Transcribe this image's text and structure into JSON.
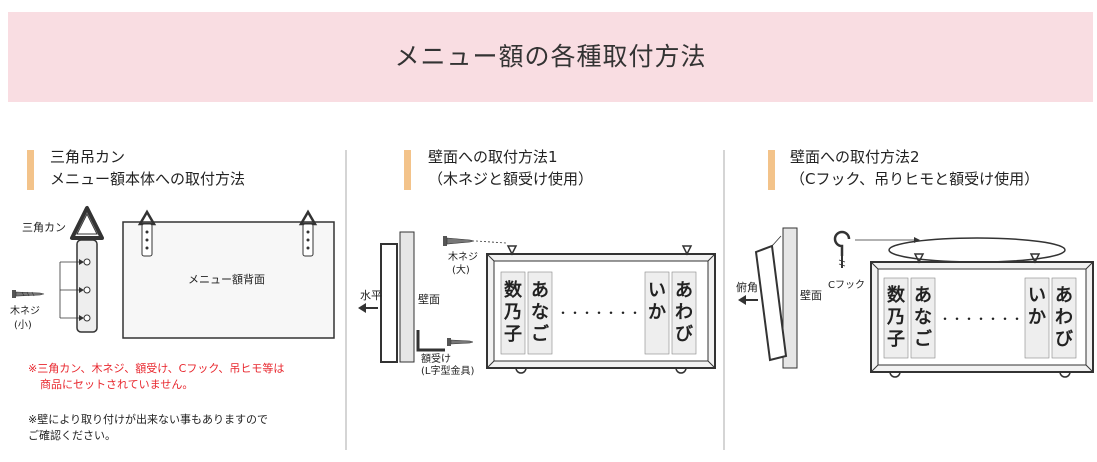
{
  "banner": {
    "title": "メニュー額の各種取付方法"
  },
  "colors": {
    "banner_bg": "#f9dde2",
    "accent_bar": "#f3c38a",
    "warning_red": "#e8272e",
    "divider": "#d5d5d5"
  },
  "sections": [
    {
      "title_line1": "三角吊カン",
      "title_line2": "メニュー額本体への取付方法",
      "label_sankaku": "三角カン",
      "label_mokuneji": "木ネジ",
      "label_mokuneji_size": "(小)",
      "board_label": "メニュー額背面",
      "note_red_1": "※三角カン、木ネジ、額受け、Cフック、吊ヒモ等は",
      "note_red_2": "商品にセットされていません。",
      "note_black_1": "※壁により取り付けが出来ない事もありますので",
      "note_black_2": "ご確認ください。"
    },
    {
      "title_line1": "壁面への取付方法1",
      "title_line2": "（木ネジと額受け使用）",
      "label_mokuneji": "木ネジ",
      "label_mokuneji_size": "(大)",
      "label_suihei": "水平",
      "label_hekimen": "壁面",
      "label_gakuuke": "額受け",
      "label_gakuuke_sub": "(L字型金具)"
    },
    {
      "title_line1": "壁面への取付方法2",
      "title_line2": "（Cフック、吊りヒモと額受け使用）",
      "label_fukaku": "俯角",
      "label_hekimen": "壁面",
      "label_cfook": "Cフック"
    }
  ],
  "menu_sign": {
    "columns": [
      {
        "chars": [
          "数",
          "乃",
          "子"
        ]
      },
      {
        "chars": [
          "あ",
          "な",
          "ご"
        ]
      },
      {
        "chars": [
          "い",
          "か"
        ]
      },
      {
        "chars": [
          "あ",
          "わ",
          "び"
        ]
      }
    ],
    "ellipsis": "・・・・・・・"
  },
  "icons": [
    "triangle-hanger-icon",
    "screw-icon",
    "arrow-left-icon",
    "c-hook-icon",
    "l-bracket-icon"
  ]
}
